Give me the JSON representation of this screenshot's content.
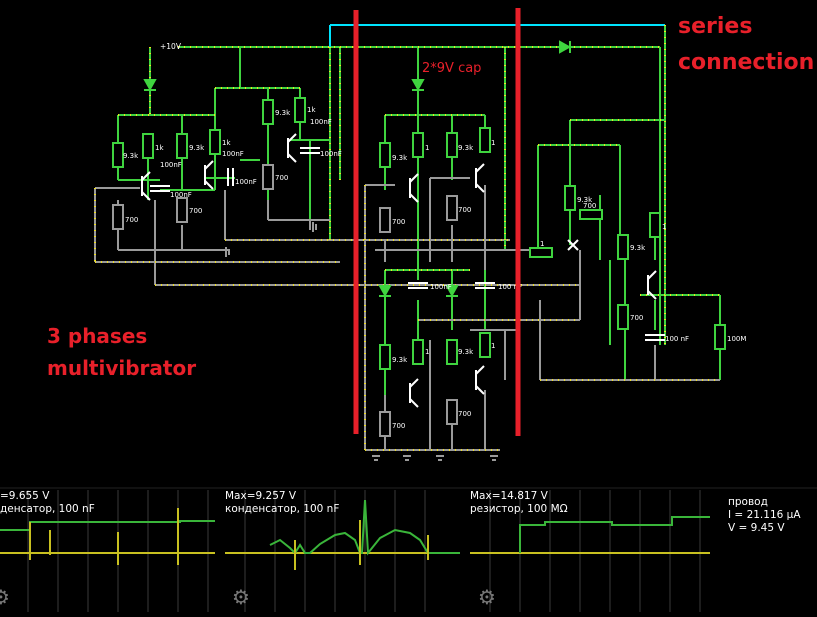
{
  "annotations": {
    "series_line1": "series",
    "series_line2": "connection",
    "multivibrator_line1": "3 phases",
    "multivibrator_line2": "multivibrator",
    "cap_note": "2*9V cap"
  },
  "supply_label": "+10V",
  "component_values": {
    "r_93k": "9.3k",
    "r_1k": "1k",
    "r_1": "1",
    "r_700": "700",
    "c_100nf": "100nF",
    "c_100nf_alt": "100 nF",
    "r_100m": "100M"
  },
  "scopes": [
    {
      "line1": "=9.655 V",
      "line2": "денсатор, 100 nF"
    },
    {
      "line1": "Max=9.257 V",
      "line2": "конденсатор, 100 nF"
    },
    {
      "line1": "Max=14.817 V",
      "line2": "резистор, 100 MΩ"
    }
  ],
  "info_panel": {
    "title": "провод",
    "current": "I = 21.116 µA",
    "voltage": "V = 9.45 V"
  },
  "icons": {
    "settings": "gear-icon"
  },
  "colors": {
    "background": "#000000",
    "wire_active": "#3fd43f",
    "wire_idle": "#9a9a9a",
    "dots": "#f0e020",
    "annotation_red": "#e8202a",
    "selected_wire": "#00e5ff",
    "scope_trace_green": "#3ab53a",
    "scope_trace_yellow": "#c8c020"
  }
}
